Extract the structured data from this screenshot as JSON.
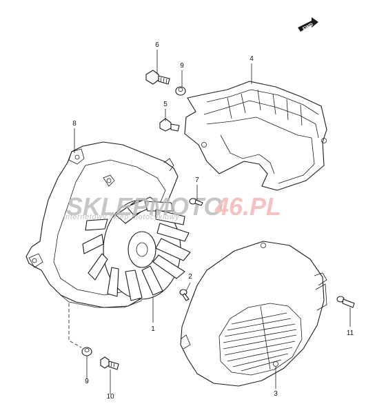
{
  "watermark": {
    "brand_left": "SKLEPMOTO",
    "brand_right": "46.PL",
    "tagline": "internetowy sklep motocyklowy",
    "color_left": "#b8b8b8",
    "color_right": "#f2b4b4"
  },
  "direction_badge": {
    "label": "FWD"
  },
  "callouts": [
    {
      "id": "1",
      "label": "1"
    },
    {
      "id": "2",
      "label": "2"
    },
    {
      "id": "3",
      "label": "3"
    },
    {
      "id": "4",
      "label": "4"
    },
    {
      "id": "5",
      "label": "5"
    },
    {
      "id": "6",
      "label": "6"
    },
    {
      "id": "7",
      "label": "7"
    },
    {
      "id": "8",
      "label": "8"
    },
    {
      "id": "9a",
      "label": "9"
    },
    {
      "id": "9b",
      "label": "9"
    },
    {
      "id": "10",
      "label": "10"
    },
    {
      "id": "11",
      "label": "11"
    }
  ]
}
